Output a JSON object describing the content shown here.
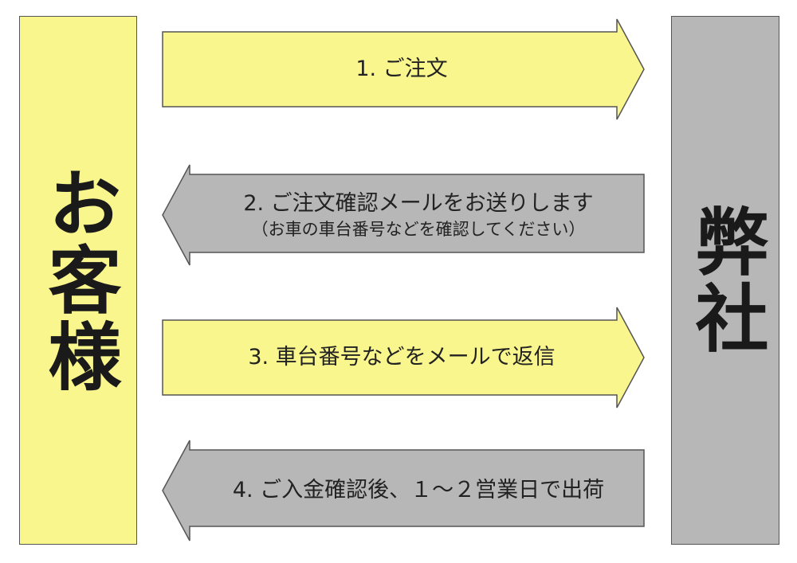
{
  "colors": {
    "yellow": "#f9f68d",
    "gray": "#b7b7b7",
    "outline": "#555555"
  },
  "customer": {
    "label": "お客様"
  },
  "company": {
    "label": "弊社"
  },
  "steps": [
    {
      "text": "1. ご注文",
      "direction": "right",
      "color": "yellow"
    },
    {
      "text": "2. ご注文確認メールをお送りします",
      "subtext": "（お車の車台番号などを確認してください）",
      "direction": "left",
      "color": "gray"
    },
    {
      "text": "3. 車台番号などをメールで返信",
      "direction": "right",
      "color": "yellow"
    },
    {
      "text": "4. ご入金確認後、１～２営業日で出荷",
      "direction": "left",
      "color": "gray"
    }
  ]
}
